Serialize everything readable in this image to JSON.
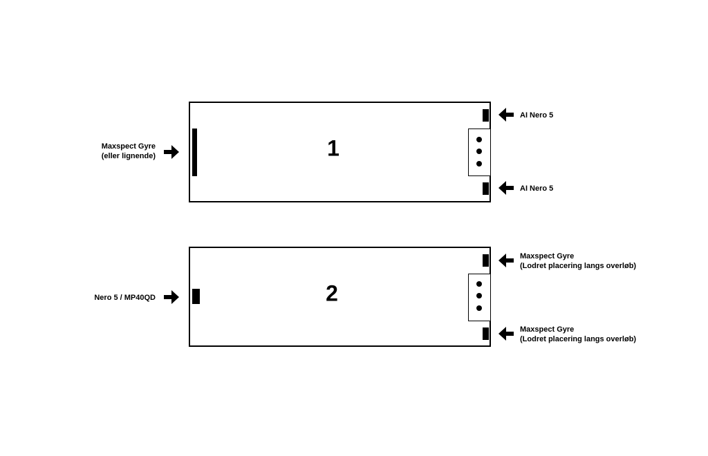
{
  "diagram_1": {
    "number": "1",
    "left_label": [
      "Maxspect Gyre",
      "(eller lignende)"
    ],
    "right_top_label": "AI Nero 5",
    "right_bottom_label": "AI Nero 5"
  },
  "diagram_2": {
    "number": "2",
    "left_label": "Nero 5 / MP40QD",
    "right_top_label": [
      "Maxspect Gyre",
      "(Lodret placering langs overløb)"
    ],
    "right_bottom_label": [
      "Maxspect Gyre",
      "(Lodret placering langs overløb)"
    ]
  }
}
